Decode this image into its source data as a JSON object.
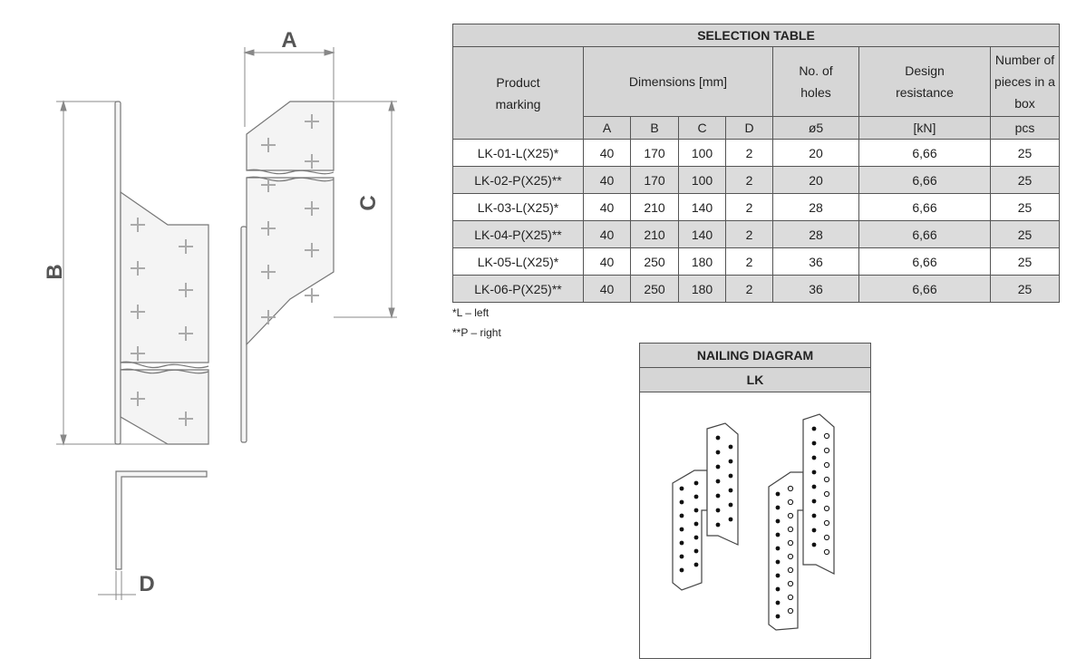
{
  "drawing": {
    "label_a": "A",
    "label_b": "B",
    "label_c": "C",
    "label_d": "D"
  },
  "selection_table": {
    "title": "SELECTION TABLE",
    "headers": {
      "product_marking": "Product marking",
      "dimensions": "Dimensions [mm]",
      "no_holes": "No. of holes",
      "design_resistance": "Design resistance",
      "pieces": "Number of pieces in a box"
    },
    "sub_headers": {
      "a": "A",
      "b": "B",
      "c": "C",
      "d": "D",
      "holes": "ø5",
      "resistance": "[kN]",
      "pieces": "pcs"
    },
    "rows": [
      {
        "marking": "LK-01-L(X25)*",
        "a": "40",
        "b": "170",
        "c": "100",
        "d": "2",
        "holes": "20",
        "resistance": "6,66",
        "pcs": "25"
      },
      {
        "marking": "LK-02-P(X25)**",
        "a": "40",
        "b": "170",
        "c": "100",
        "d": "2",
        "holes": "20",
        "resistance": "6,66",
        "pcs": "25"
      },
      {
        "marking": "LK-03-L(X25)*",
        "a": "40",
        "b": "210",
        "c": "140",
        "d": "2",
        "holes": "28",
        "resistance": "6,66",
        "pcs": "25"
      },
      {
        "marking": "LK-04-P(X25)**",
        "a": "40",
        "b": "210",
        "c": "140",
        "d": "2",
        "holes": "28",
        "resistance": "6,66",
        "pcs": "25"
      },
      {
        "marking": "LK-05-L(X25)*",
        "a": "40",
        "b": "250",
        "c": "180",
        "d": "2",
        "holes": "36",
        "resistance": "6,66",
        "pcs": "25"
      },
      {
        "marking": "LK-06-P(X25)**",
        "a": "40",
        "b": "250",
        "c": "180",
        "d": "2",
        "holes": "36",
        "resistance": "6,66",
        "pcs": "25"
      }
    ]
  },
  "notes": {
    "left": "*L – left",
    "right": "**P – right"
  },
  "nailing_diagram": {
    "title": "NAILING DIAGRAM",
    "subtitle": "LK"
  }
}
